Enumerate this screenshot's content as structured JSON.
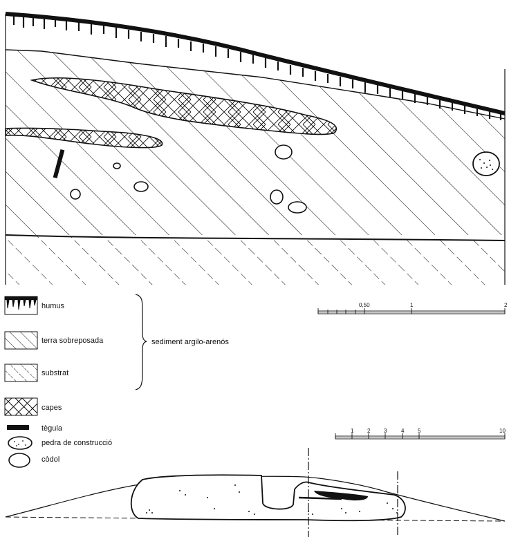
{
  "legend": {
    "items": [
      {
        "key": "humus",
        "label": "humus"
      },
      {
        "key": "terra",
        "label": "terra sobreposada"
      },
      {
        "key": "substrat",
        "label": "substrat"
      },
      {
        "key": "capes",
        "label": "capes"
      },
      {
        "key": "tegula",
        "label": "tègula"
      },
      {
        "key": "pedra",
        "label": "pedra de construcció"
      },
      {
        "key": "codol",
        "label": "còdol"
      }
    ],
    "group_label": "sediment argilo-arenós"
  },
  "scale_upper": {
    "ticks": [
      "0,50",
      "1",
      "2"
    ]
  },
  "scale_lower": {
    "ticks": [
      "1",
      "2",
      "3",
      "4",
      "5",
      "10"
    ]
  },
  "colors": {
    "ink": "#111111",
    "paper": "#ffffff"
  }
}
